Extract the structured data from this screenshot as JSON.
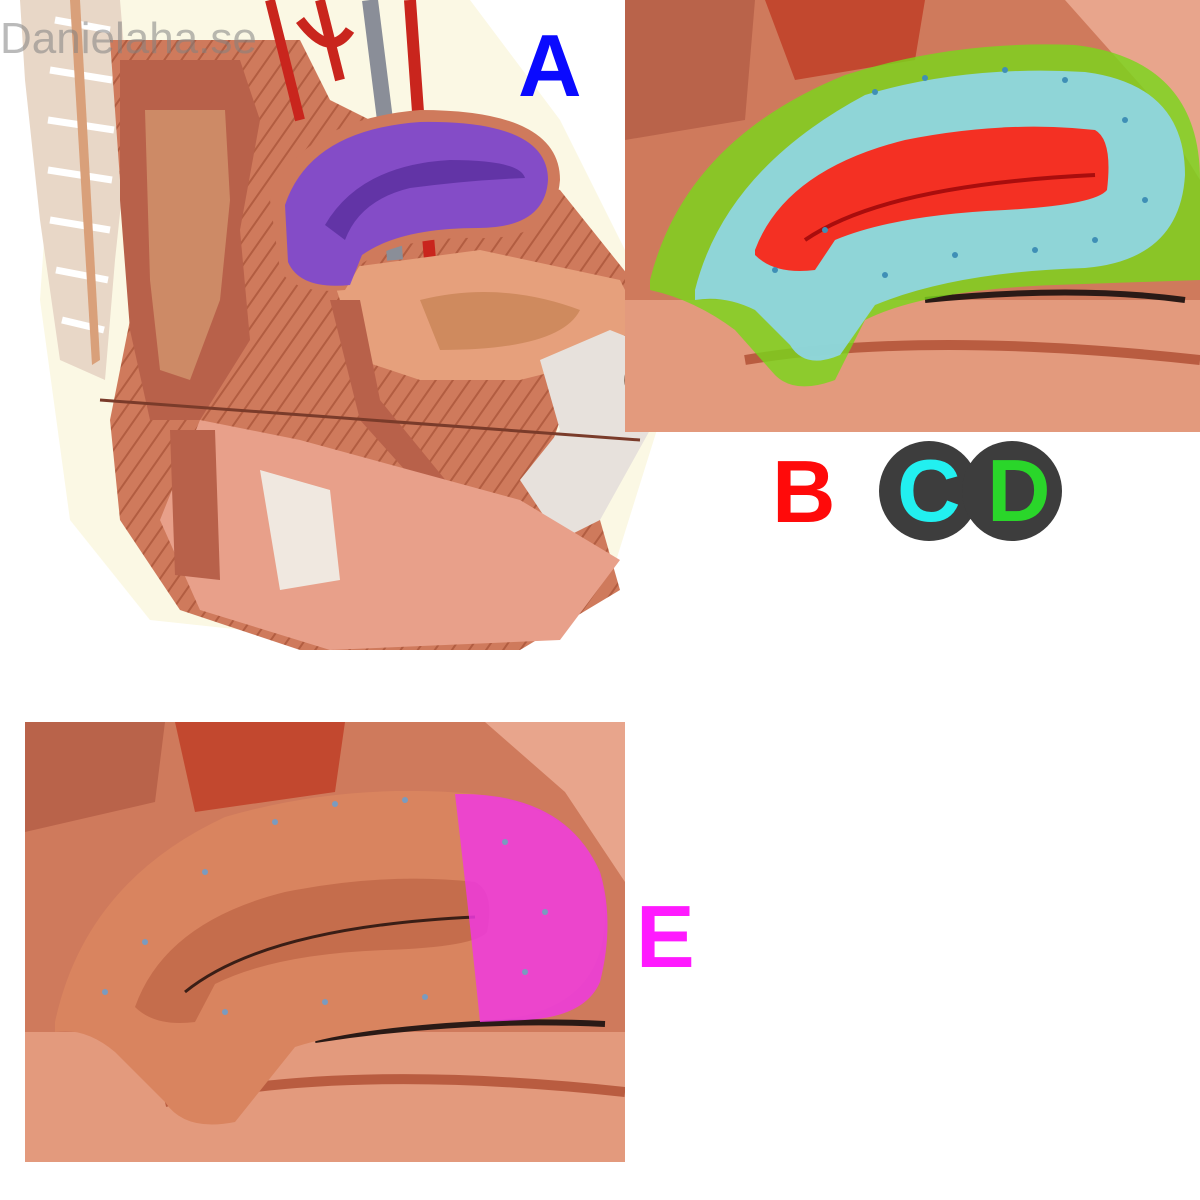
{
  "watermark": {
    "text": "Danielaha.se"
  },
  "labels": {
    "a": "A",
    "b": "B",
    "c": "C",
    "d": "D",
    "e": "E"
  },
  "colors": {
    "label_a": "#0a0aff",
    "label_b": "#ff0a0a",
    "label_c": "#22f0f0",
    "label_d": "#2ad62a",
    "label_e": "#ff1aff",
    "label_disk": "#3d3d3d",
    "highlight_a": "#7a46d6",
    "highlight_b": "#ff1e10",
    "highlight_c": "#8fd6e6",
    "highlight_d": "#7ad61c",
    "highlight_e": "#ee3adf",
    "tissue": "#cf7a5c",
    "tissue_dark": "#a9523a",
    "tissue_light": "#e7a589",
    "cream": "#fbf8e4"
  },
  "panels": {
    "a": {
      "name": "full-section-photo"
    },
    "bcd": {
      "name": "layers-closeup-photo"
    },
    "e": {
      "name": "fundus-closeup-photo"
    }
  }
}
